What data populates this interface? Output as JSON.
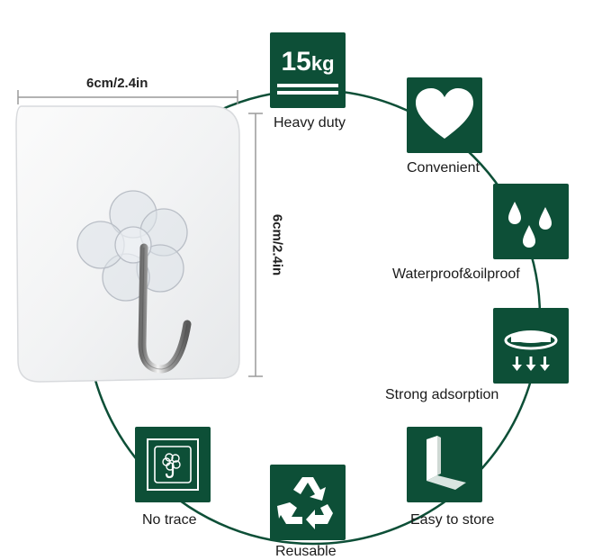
{
  "colors": {
    "badge": "#0d4f37",
    "ring": "#0d4f37",
    "dimension_line": "#9a9a9a"
  },
  "dimensions": {
    "width": "6cm/2.4in",
    "height": "6cm/2.4in"
  },
  "weight_badge": {
    "number": "15",
    "unit": "kg"
  },
  "features": [
    {
      "label": "Heavy duty",
      "icon": "weight-15kg-icon"
    },
    {
      "label": "Convenient",
      "icon": "heart-icon"
    },
    {
      "label": "Waterproof&oilproof",
      "icon": "water-drops-icon"
    },
    {
      "label": "Strong adsorption",
      "icon": "suction-pad-icon"
    },
    {
      "label": "Easy to store",
      "icon": "folding-bracket-icon"
    },
    {
      "label": "Reusable",
      "icon": "recycle-icon"
    },
    {
      "label": "No trace",
      "icon": "clean-hook-icon"
    }
  ]
}
